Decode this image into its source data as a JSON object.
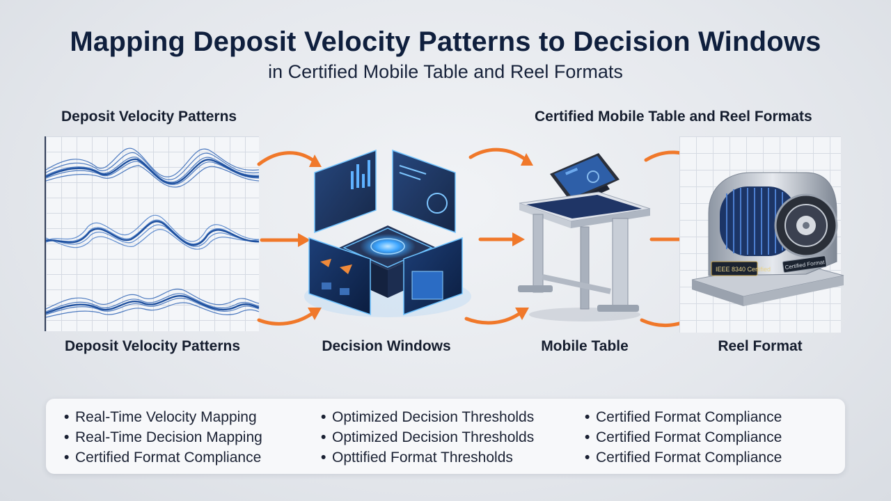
{
  "header": {
    "title": "Mapping Deposit Velocity Patterns to Decision Windows",
    "subtitle": "in Certified Mobile Table and Reel Formats"
  },
  "labels": {
    "top_left": "Deposit Velocity Patterns",
    "top_right": "Certified Mobile Table and Reel Formats"
  },
  "stages": [
    {
      "label": "Deposit Velocity Patterns"
    },
    {
      "label": "Decision Windows"
    },
    {
      "label": "Mobile Table"
    },
    {
      "label": "Reel Format"
    }
  ],
  "illustration_text": {
    "reel_plate_left": "IEEE 8340 Certified",
    "reel_plate_right": "Certified Format"
  },
  "bullets": {
    "col1": [
      "Real-Time Velocity Mapping",
      "Real-Time Decision Mapping",
      "Certified Format Compliance"
    ],
    "col2": [
      "Optimized Decision Thresholds",
      "Optimized Decision Thresholds",
      "Opttified Format Thresholds"
    ],
    "col3": [
      "Certified Format Compliance",
      "Certified Format Compliance",
      "Certified Format Compliance"
    ]
  },
  "colors": {
    "arrow": "#f0782a",
    "wave": "#2f64b5",
    "glow": "#3ea6ff",
    "title": "#0f1f3d"
  },
  "icons": [
    "wave-chart-icon",
    "decision-cube-icon",
    "mobile-table-icon",
    "reel-machine-icon",
    "arrow-right-icon"
  ]
}
